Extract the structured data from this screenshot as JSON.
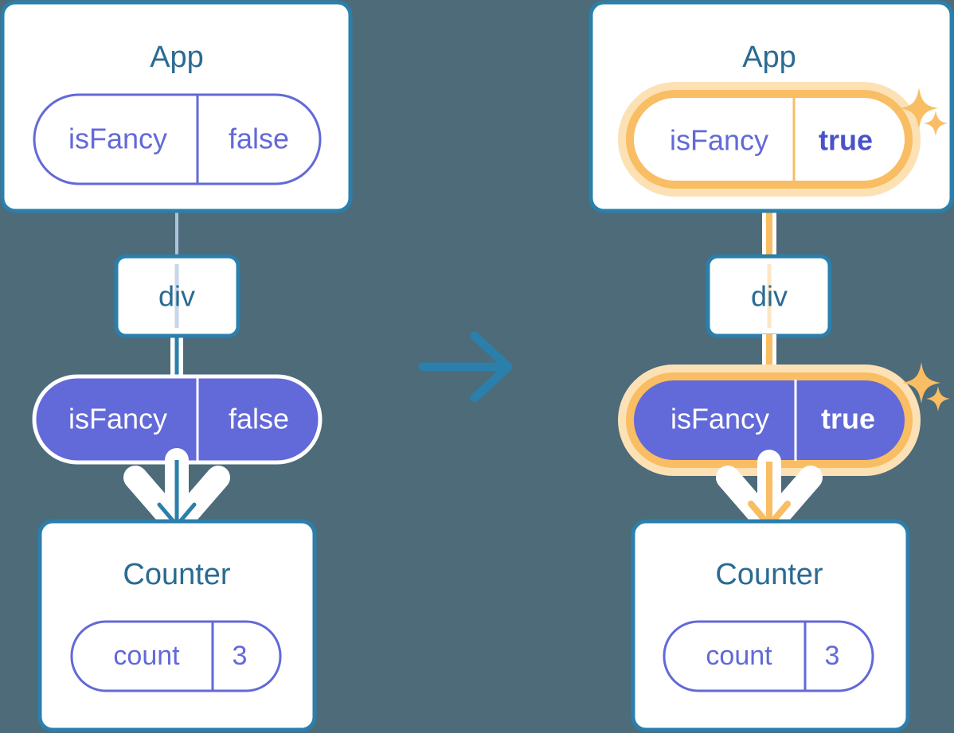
{
  "diagram": {
    "type": "react-state-propagation",
    "background_color": "#4d6b79",
    "colors": {
      "box_border_blue": "#2b7fab",
      "title_blue": "#2a6b92",
      "state_purple": "#6269d8",
      "filled_purple": "#6269d8",
      "highlight_orange": "#f9bd63",
      "highlight_orange_glow": "#fce1b5",
      "white": "#ffffff",
      "arrow_blue": "#2b7fab",
      "line_light": "#d3dbee"
    },
    "transition_arrow": {
      "icon": "arrow-right-icon",
      "label": "",
      "color": "#2b7fab"
    },
    "panels": [
      {
        "id": "before",
        "side": "left",
        "highlighted": false,
        "app": {
          "title": "App",
          "state": {
            "key": "isFancy",
            "value": "false",
            "bold_value": false,
            "filled": false,
            "highlighted": false
          }
        },
        "div": {
          "label": "div"
        },
        "prop": {
          "key": "isFancy",
          "value": "false",
          "bold_value": false,
          "filled": true,
          "highlighted": false
        },
        "counter": {
          "title": "Counter",
          "state": {
            "key": "count",
            "value": "3",
            "bold_value": false,
            "filled": false,
            "highlighted": false
          }
        },
        "sparkles": false
      },
      {
        "id": "after",
        "side": "right",
        "highlighted": true,
        "app": {
          "title": "App",
          "state": {
            "key": "isFancy",
            "value": "true",
            "bold_value": true,
            "filled": false,
            "highlighted": true
          }
        },
        "div": {
          "label": "div"
        },
        "prop": {
          "key": "isFancy",
          "value": "true",
          "bold_value": true,
          "filled": true,
          "highlighted": true
        },
        "counter": {
          "title": "Counter",
          "state": {
            "key": "count",
            "value": "3",
            "bold_value": false,
            "filled": false,
            "highlighted": false
          }
        },
        "sparkles": true
      }
    ]
  }
}
